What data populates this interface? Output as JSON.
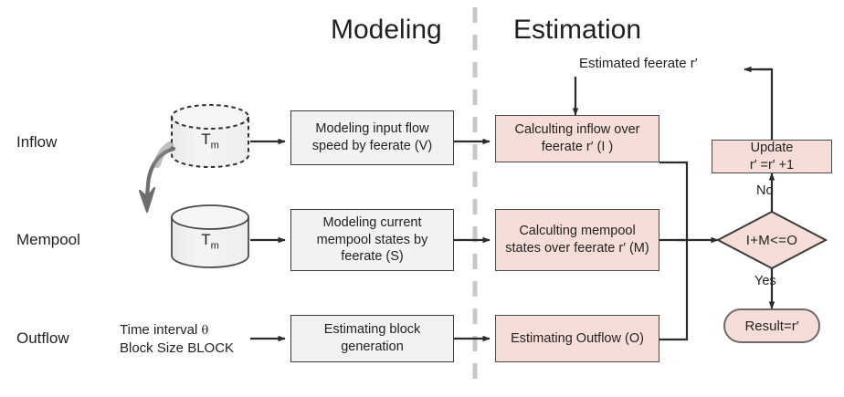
{
  "headings": {
    "modeling": "Modeling",
    "estimation": "Estimation"
  },
  "row_labels": {
    "inflow": "Inflow",
    "mempool": "Mempool",
    "outflow": "Outflow"
  },
  "sources": {
    "inflow_cylinder_label": "T",
    "inflow_cylinder_sub": "m",
    "mempool_cylinder_label": "T",
    "mempool_cylinder_sub": "m",
    "outflow_line1": "Time interval",
    "outflow_theta": "θ",
    "outflow_line2_prefix": "Block Size",
    "outflow_line2_value": "BLOCK"
  },
  "modeling_boxes": [
    {
      "name": "modeling-inflow",
      "text": "Modeling input flow speed by feerate  (V)"
    },
    {
      "name": "modeling-mempool",
      "text": "Modeling current mempool states by feerate  (S)"
    },
    {
      "name": "modeling-outflow",
      "text": "Estimating block generation"
    }
  ],
  "estimation_boxes": [
    {
      "name": "estimating-inflow",
      "text": "Calculting inflow over feerate r′   (I )"
    },
    {
      "name": "estimating-mempool",
      "text": "Calculting mempool states over feerate r′   (M)"
    },
    {
      "name": "estimating-outflow",
      "text": "Estimating Outflow (O)"
    }
  ],
  "feedback": {
    "estimated_feerate": "Estimated feerate r′",
    "update_line1": "Update",
    "update_line2": "r′   =r′   +1",
    "no_label": "No",
    "yes_label": "Yes",
    "decision": "I+M<=O",
    "result": "Result=r′"
  },
  "colors": {
    "modeling_fill": "#f1f2f4",
    "estimation_fill": "#f6ded8",
    "stroke": "#3b3b3b",
    "divider": "#c8c8c8",
    "text": "#231f20",
    "result_stroke": "#6f6a69"
  }
}
